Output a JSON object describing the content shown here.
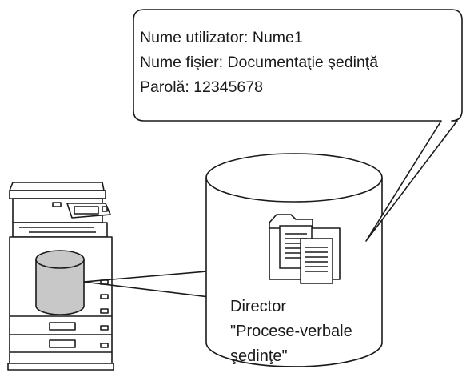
{
  "callout": {
    "user_name": "Nume utilizator: Nume1",
    "file_name": "Nume fişier: Documentaţie şedinţă",
    "password": "Parolă: 12345678"
  },
  "folder": {
    "line1": "Director",
    "line2": "\"Procese-verbale",
    "line3": "şedinţe\""
  },
  "icons": {
    "printer": "multifunction-printer-icon",
    "internal_storage": "hard-disk-cylinder-icon",
    "folder": "folder-icon",
    "documents": "documents-icon"
  },
  "colors": {
    "stroke": "#1a1a1a",
    "storage_fill": "#c8c8c8",
    "background": "#ffffff"
  }
}
